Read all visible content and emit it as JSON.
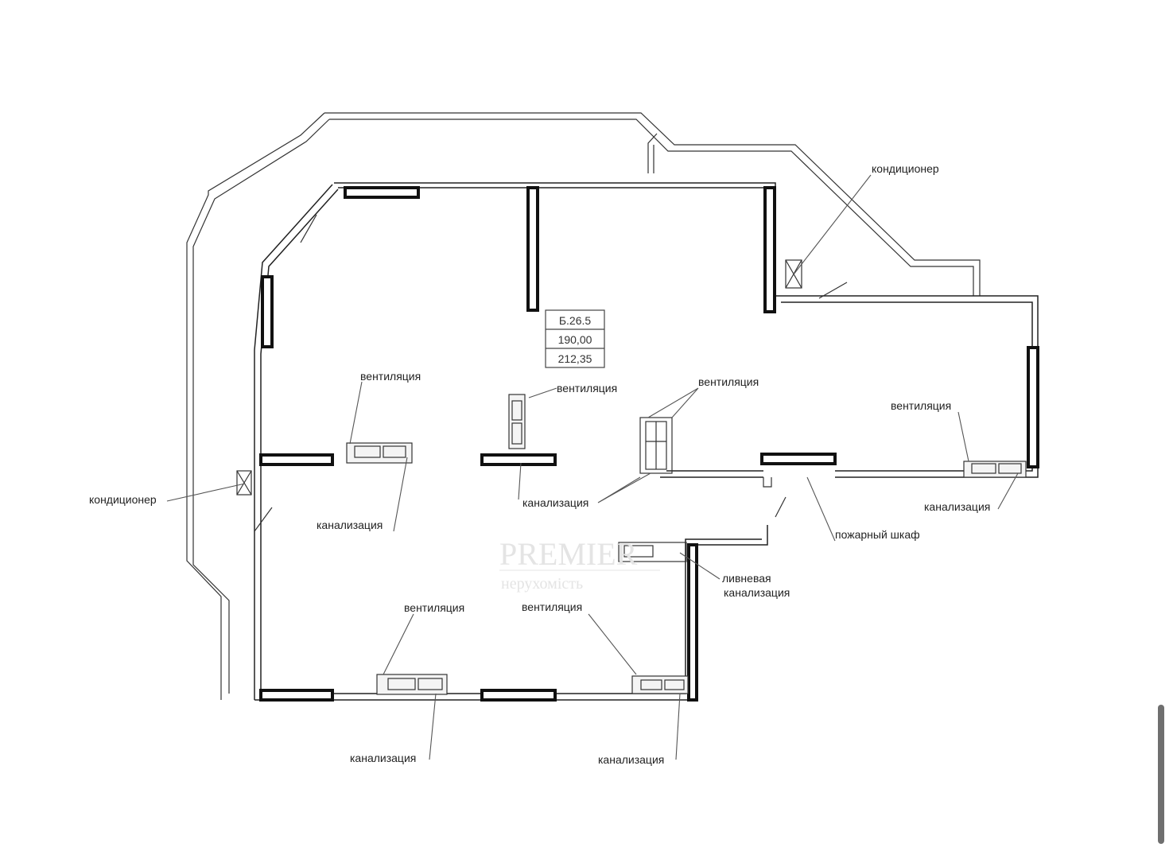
{
  "unit": {
    "code": "Б.26.5",
    "area_1": "190,00",
    "area_2": "212,35"
  },
  "labels": {
    "conditioner_top": "кондиционер",
    "conditioner_left": "кондиционер",
    "vent_1": "вентиляция",
    "vent_2": "вентиляция",
    "vent_3": "вентиляция",
    "vent_4": "вентиляция",
    "vent_5": "вентиляция",
    "vent_6": "вентиляция",
    "sewer_1": "канализация",
    "sewer_2": "канализация",
    "sewer_3": "канализация",
    "sewer_4": "канализация",
    "sewer_5": "канализация",
    "fire_cabinet": "пожарный шкаф",
    "storm_1": "ливневая",
    "storm_2": "канализация"
  },
  "watermark": {
    "brand": "PREMIER",
    "sub": "нерухомість"
  }
}
